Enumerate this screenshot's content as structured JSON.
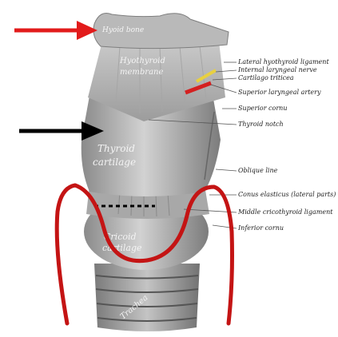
{
  "figure": {
    "inner_labels": {
      "hyoid": "Hyoid bone",
      "thyrohyoid_1": "Hyothyroid",
      "thyrohyoid_2": "membrane",
      "thyroid_1": "Thyroid",
      "thyroid_2": "cartilage",
      "cricoid_1": "Cricoid",
      "cricoid_2": "cartilage",
      "trachea": "Trachea"
    },
    "side_labels": [
      "Lateral hyothyroid ligament",
      "Internal laryngeal nerve",
      "Cartilago triticea",
      "Superior laryngeal artery",
      "Superior cornu",
      "Thyroid notch",
      "Oblique line",
      "Conus elasticus (lateral parts)",
      "Middle cricothyroid ligament",
      "Inferior cornu"
    ],
    "colors": {
      "red_arrow": "#e21b1b",
      "black_arrow": "#000000",
      "outline": "#c41414",
      "artery": "#d42020",
      "nerve": "#e8d040"
    }
  }
}
